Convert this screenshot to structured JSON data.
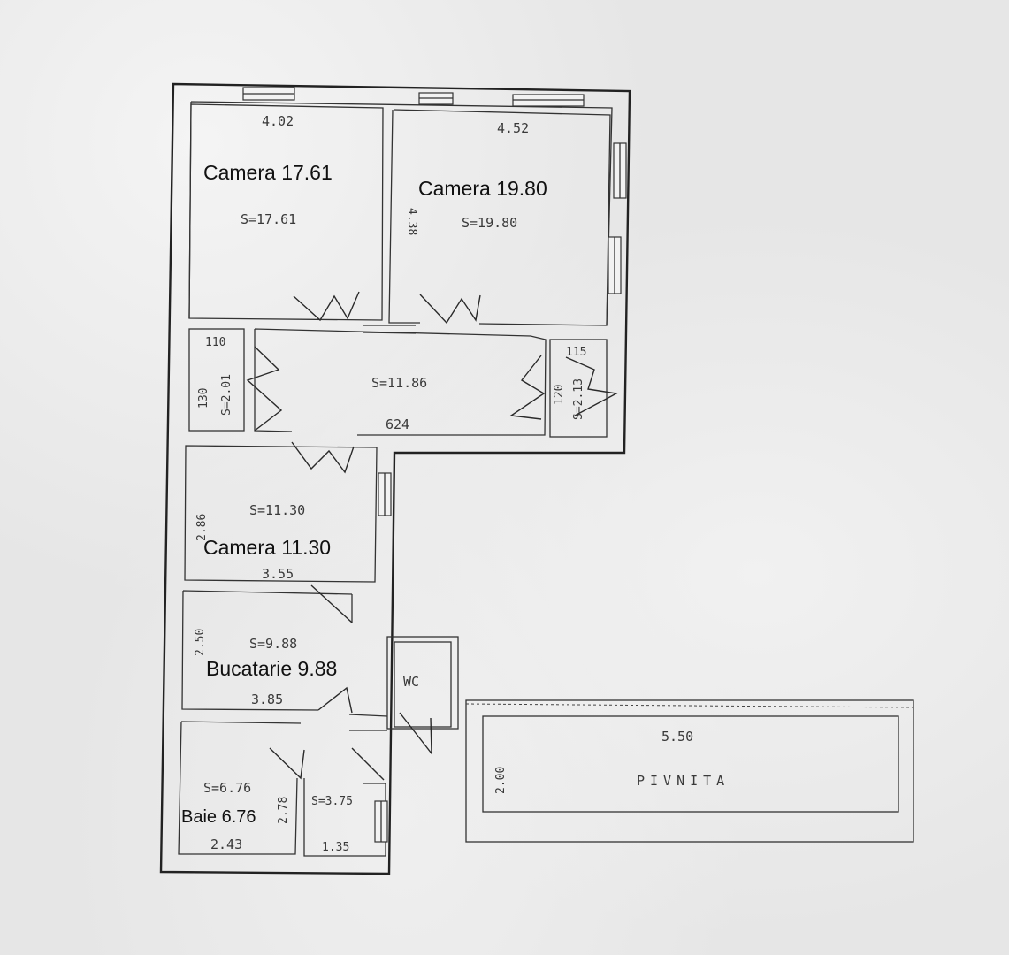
{
  "labels": {
    "camera_1": "Camera 17.61",
    "camera_2": "Camera 19.80",
    "camera_3": "Camera 11.30",
    "bucatarie": "Bucatarie 9.88",
    "baie": "Baie 6.76"
  },
  "handwritten": {
    "dim_top_left": "4.02",
    "dim_top_right": "4.52",
    "area_room1": "S=17.61",
    "area_room2": "S=19.80",
    "dim_room2_side": "4.38",
    "hall_area": "S=11.86",
    "hall_length": "624",
    "closet_left_top": "110",
    "closet_left_side": "130",
    "closet_left_area": "S=2.01",
    "closet_right_top": "115",
    "closet_right_side": "120",
    "closet_right_area": "S=2.13",
    "room3_area": "S=11.30",
    "room3_side": "2.86",
    "room3_bottom": "3.55",
    "kitchen_area": "S=9.88",
    "kitchen_side": "2.50",
    "kitchen_bottom": "3.85",
    "wc": "WC",
    "bath_area": "S=6.76",
    "bath_bottom": "2.43",
    "bath_side": "2.78",
    "storage_area": "S=3.75",
    "storage_bottom": "1.35",
    "cellar_length": "5.50",
    "cellar_side": "2.00",
    "cellar_name": "PIVNITA"
  }
}
